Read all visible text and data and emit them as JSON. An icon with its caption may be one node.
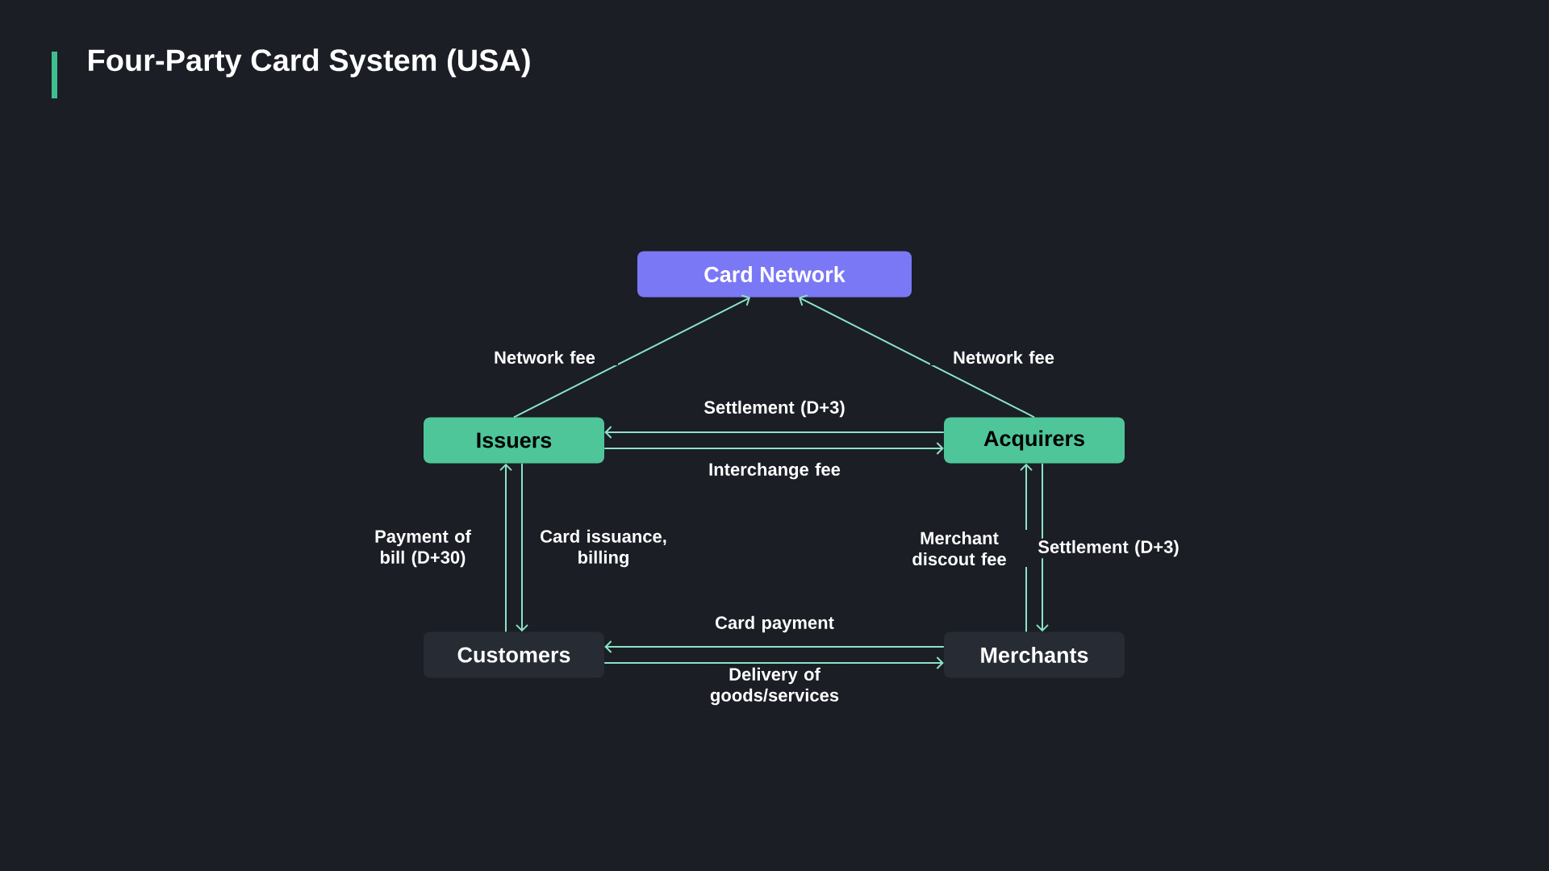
{
  "diagram": {
    "title": "Four-Party Card System (USA)",
    "nodes": [
      {
        "text": [
          "Card Network"
        ]
      },
      {
        "text": [
          "Issuers"
        ]
      },
      {
        "text": [
          "Acquirers"
        ]
      },
      {
        "text": [
          "Customers"
        ]
      },
      {
        "text": [
          "Merchants"
        ]
      }
    ],
    "edges": [
      {
        "from": 1,
        "to": 0,
        "arrow": "to",
        "label": "Network fee"
      },
      {
        "from": 2,
        "to": 0,
        "arrow": "to",
        "label": "Network fee"
      },
      {
        "from": 2,
        "to": 1,
        "arrow": "to",
        "label": "Settlement (D+3)"
      },
      {
        "from": 1,
        "to": 2,
        "arrow": "to",
        "label": "Interchange fee"
      },
      {
        "from": 3,
        "to": 1,
        "arrow": "to",
        "label": "Payment of bill (D+30)"
      },
      {
        "from": 1,
        "to": 3,
        "arrow": "to",
        "label": "Card issuance, billing"
      },
      {
        "from": 4,
        "to": 2,
        "arrow": "to",
        "label": "Merchant discout fee"
      },
      {
        "from": 2,
        "to": 4,
        "arrow": "to",
        "label": "Settlement (D+3)"
      },
      {
        "from": 4,
        "to": 3,
        "arrow": "to",
        "label": "Card payment"
      },
      {
        "from": 3,
        "to": 4,
        "arrow": "to",
        "label": "Delivery of goods/services"
      }
    ]
  }
}
